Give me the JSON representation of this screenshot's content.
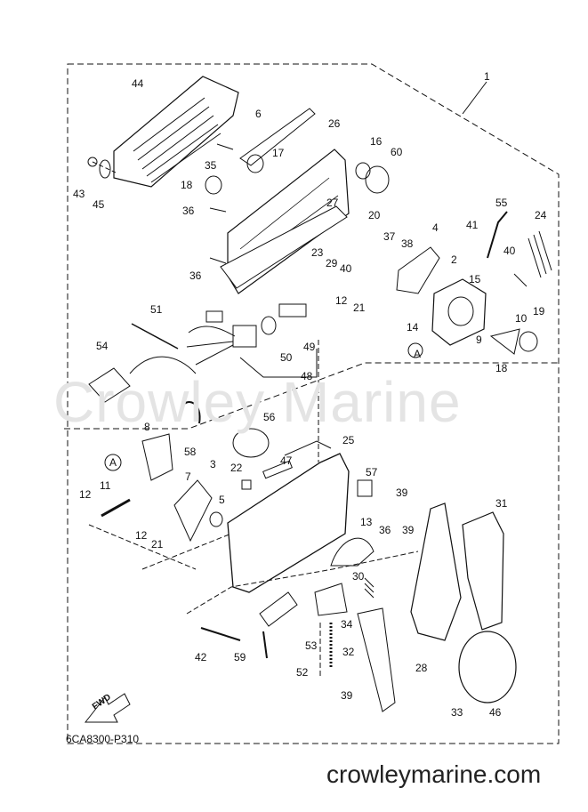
{
  "diagram": {
    "watermark": "Crowley Marine",
    "footer_url": "crowleymarine.com",
    "diagram_code": "6CA8300-P310",
    "fwd_label": "FWD",
    "callout_letter": "A"
  },
  "labels": [
    {
      "id": "44",
      "text": "44"
    },
    {
      "id": "6",
      "text": "6"
    },
    {
      "id": "26",
      "text": "26"
    },
    {
      "id": "16",
      "text": "16"
    },
    {
      "id": "60",
      "text": "60"
    },
    {
      "id": "1",
      "text": "1"
    },
    {
      "id": "17",
      "text": "17"
    },
    {
      "id": "35",
      "text": "35"
    },
    {
      "id": "43",
      "text": "43"
    },
    {
      "id": "45",
      "text": "45"
    },
    {
      "id": "18a",
      "text": "18"
    },
    {
      "id": "36a",
      "text": "36"
    },
    {
      "id": "27",
      "text": "27"
    },
    {
      "id": "20",
      "text": "20"
    },
    {
      "id": "4",
      "text": "4"
    },
    {
      "id": "37",
      "text": "37"
    },
    {
      "id": "38",
      "text": "38"
    },
    {
      "id": "55",
      "text": "55"
    },
    {
      "id": "41",
      "text": "41"
    },
    {
      "id": "24",
      "text": "24"
    },
    {
      "id": "23",
      "text": "23"
    },
    {
      "id": "29",
      "text": "29"
    },
    {
      "id": "40a",
      "text": "40"
    },
    {
      "id": "40b",
      "text": "40"
    },
    {
      "id": "2",
      "text": "2"
    },
    {
      "id": "36b",
      "text": "36"
    },
    {
      "id": "15",
      "text": "15"
    },
    {
      "id": "19",
      "text": "19"
    },
    {
      "id": "12a",
      "text": "12"
    },
    {
      "id": "21a",
      "text": "21"
    },
    {
      "id": "51",
      "text": "51"
    },
    {
      "id": "14",
      "text": "14"
    },
    {
      "id": "10",
      "text": "10"
    },
    {
      "id": "9",
      "text": "9"
    },
    {
      "id": "54",
      "text": "54"
    },
    {
      "id": "50",
      "text": "50"
    },
    {
      "id": "49",
      "text": "49"
    },
    {
      "id": "18b",
      "text": "18"
    },
    {
      "id": "48",
      "text": "48"
    },
    {
      "id": "56",
      "text": "56"
    },
    {
      "id": "58",
      "text": "58"
    },
    {
      "id": "8",
      "text": "8"
    },
    {
      "id": "25",
      "text": "25"
    },
    {
      "id": "3",
      "text": "3"
    },
    {
      "id": "7",
      "text": "7"
    },
    {
      "id": "22",
      "text": "22"
    },
    {
      "id": "47",
      "text": "47"
    },
    {
      "id": "57",
      "text": "57"
    },
    {
      "id": "11",
      "text": "11"
    },
    {
      "id": "12b",
      "text": "12"
    },
    {
      "id": "5",
      "text": "5"
    },
    {
      "id": "39a",
      "text": "39"
    },
    {
      "id": "31",
      "text": "31"
    },
    {
      "id": "13",
      "text": "13"
    },
    {
      "id": "39b",
      "text": "39"
    },
    {
      "id": "36c",
      "text": "36"
    },
    {
      "id": "12c",
      "text": "12"
    },
    {
      "id": "21b",
      "text": "21"
    },
    {
      "id": "30",
      "text": "30"
    },
    {
      "id": "34",
      "text": "34"
    },
    {
      "id": "53",
      "text": "53"
    },
    {
      "id": "42",
      "text": "42"
    },
    {
      "id": "59",
      "text": "59"
    },
    {
      "id": "32",
      "text": "32"
    },
    {
      "id": "52",
      "text": "52"
    },
    {
      "id": "28",
      "text": "28"
    },
    {
      "id": "39c",
      "text": "39"
    },
    {
      "id": "33",
      "text": "33"
    },
    {
      "id": "46",
      "text": "46"
    }
  ]
}
